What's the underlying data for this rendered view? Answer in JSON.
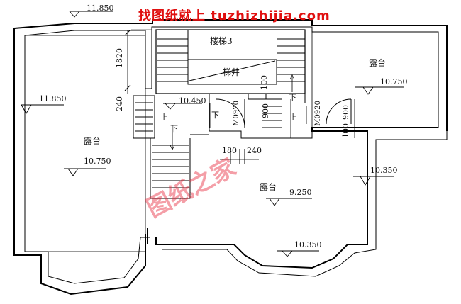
{
  "watermark": {
    "text": "找图纸就上 tuzhizhijia.com",
    "stamp": "图纸之家",
    "color": "#e01010"
  },
  "elevations": {
    "top_left": "11.850",
    "left_wall": "11.850",
    "left_terrace": "10.750",
    "right_terrace": "10.750",
    "mid_left": "10.450",
    "right_edge": "10.350",
    "bottom_bay": "10.350",
    "center_terrace": "9.250"
  },
  "rooms": {
    "stair": "楼梯3",
    "well": "梯井",
    "left_terrace": "露台",
    "right_terrace": "露台",
    "center_terrace": "露台"
  },
  "stair_marks": {
    "up_left": "上",
    "down_left": "下",
    "down_center": "下",
    "up_right": "上",
    "down_right": "下"
  },
  "dimensions": {
    "d1820": "1820",
    "d240a": "240",
    "d100": "100",
    "d900a": "900",
    "d100b": "100",
    "d900b": "900",
    "d180": "180",
    "d240b": "240"
  },
  "doors": {
    "left": "M0920",
    "right": "M0920"
  }
}
